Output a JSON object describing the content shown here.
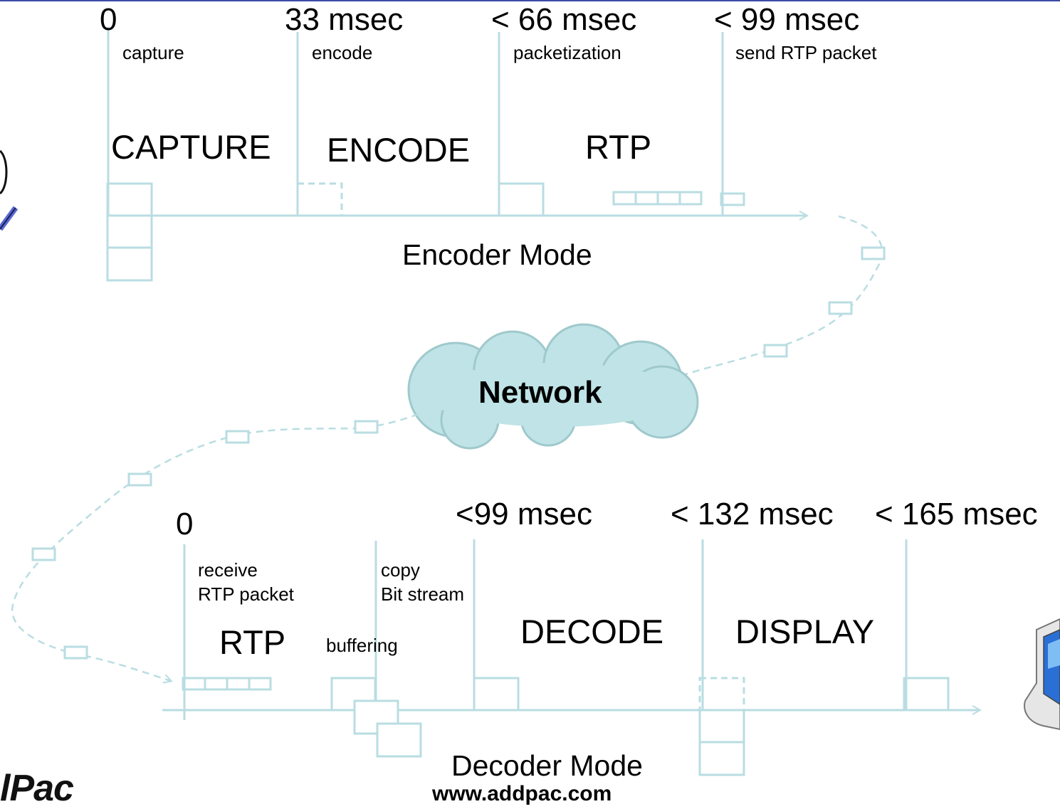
{
  "encoder": {
    "times": [
      "0",
      "33 msec",
      "< 66 msec",
      "< 99 msec"
    ],
    "events": [
      "capture",
      "encode",
      "packetization",
      "send RTP packet"
    ],
    "stages": [
      "CAPTURE",
      "ENCODE",
      "RTP"
    ],
    "mode_label": "Encoder Mode"
  },
  "network": {
    "label": "Network"
  },
  "decoder": {
    "times": [
      "0",
      "<99 msec",
      "< 132 msec",
      "< 165 msec"
    ],
    "events": {
      "receive": [
        "receive",
        "RTP packet"
      ],
      "copy": [
        "copy",
        "Bit stream"
      ],
      "buffering": "buffering"
    },
    "stages": [
      "RTP",
      "DECODE",
      "DISPLAY"
    ],
    "mode_label": "Decoder Mode"
  },
  "footer": {
    "url": "www.addpac.com",
    "logo_text": "lPac"
  },
  "colors": {
    "line": "#b9dde2",
    "cloud": "#bfe3e6",
    "cloud_stroke": "#9fc9cc",
    "accent": "#3b4aa8"
  }
}
